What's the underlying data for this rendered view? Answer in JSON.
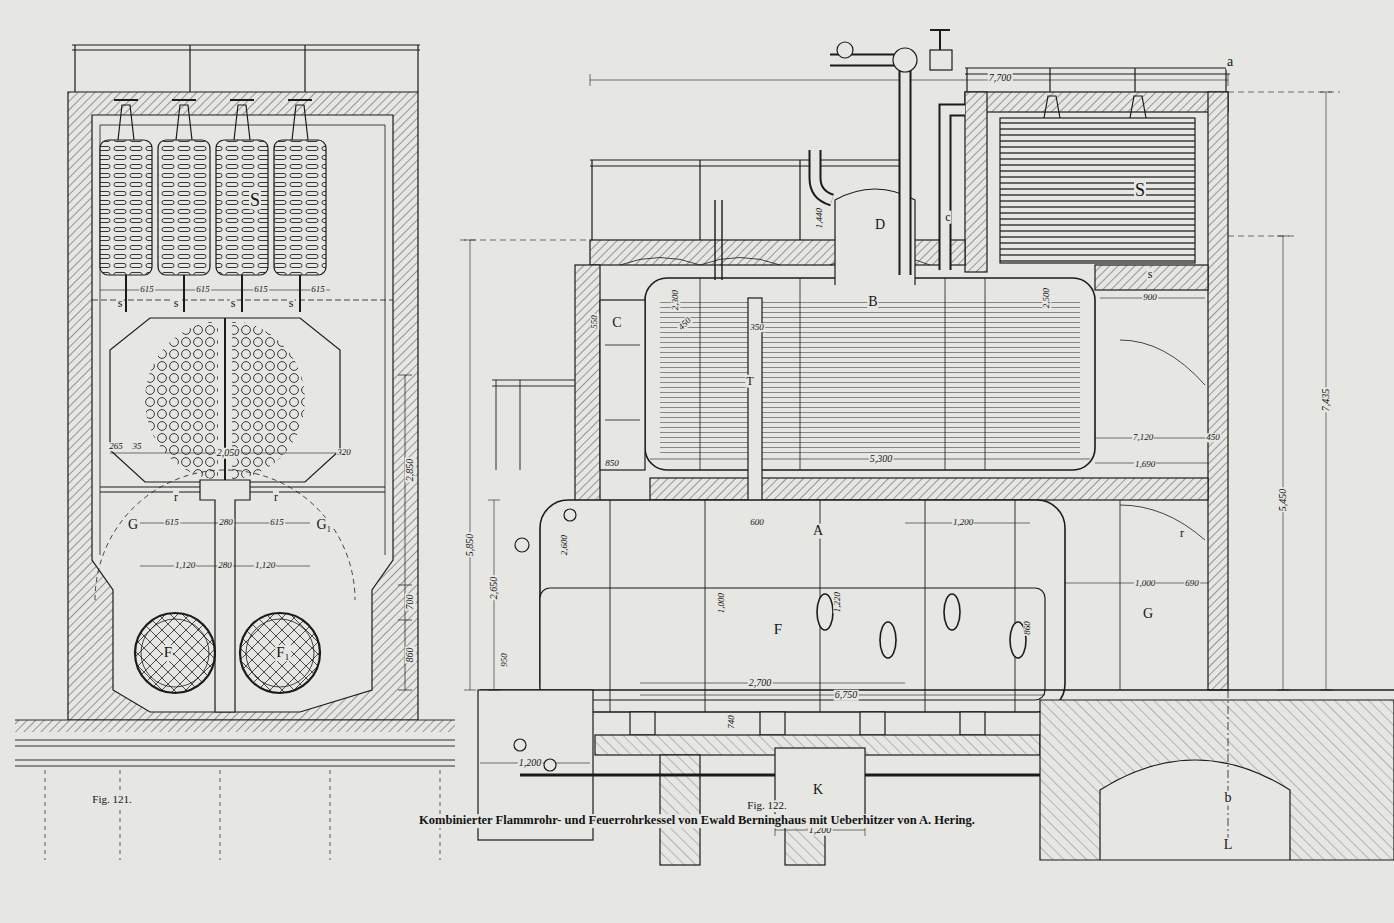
{
  "diagram": {
    "caption": "Kombinierter Flammrohr- und Feuerrohrkessel von Ewald Berninghaus mit Ueberhitzer von A. Hering.",
    "labels": [
      "S",
      "s",
      "s",
      "s",
      "s",
      "615",
      "615",
      "615",
      "615",
      "2,050",
      "265",
      "35",
      "320",
      "r",
      "r",
      "G",
      "G₁",
      "615",
      "280",
      "615",
      "1,120",
      "280",
      "1,120",
      "F",
      "F₁",
      "2,850",
      "700",
      "860",
      "Fig. 121.",
      "7,700",
      "a",
      "S",
      "1,440",
      "D",
      "c",
      "2,300",
      "B",
      "2,500",
      "s",
      "900",
      "C",
      "550",
      "450",
      "350",
      "T",
      "7,120",
      "450",
      "5,300",
      "850",
      "1,690",
      "600",
      "1,200",
      "r",
      "A",
      "2,600",
      "5,850",
      "2,650",
      "1,000",
      "690",
      "G",
      "1,000",
      "F",
      "1,220",
      "860",
      "950",
      "2,700",
      "6,750",
      "740",
      "1,200",
      "K",
      "1,200",
      "5,450",
      "7,435",
      "b",
      "L",
      "Fig. 122."
    ]
  }
}
